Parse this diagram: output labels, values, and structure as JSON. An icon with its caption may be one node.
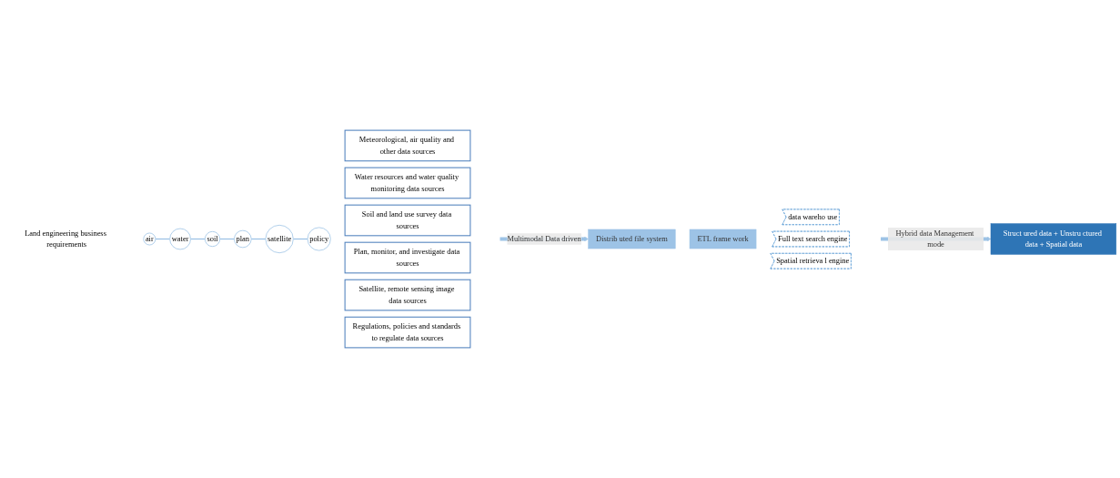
{
  "diagram": {
    "nodes": [
      {
        "text": [
          "Land engineering business requirements"
        ]
      },
      {
        "text": [
          "air"
        ]
      },
      {
        "text": [
          "Meteorological, air quality and other data sources"
        ]
      },
      {
        "text": [
          "water"
        ]
      },
      {
        "text": [
          "Water resources and water quality monitoring data sources"
        ]
      },
      {
        "text": [
          "soil"
        ]
      },
      {
        "text": [
          "Soil and land use survey data sources"
        ]
      },
      {
        "text": [
          "plan"
        ]
      },
      {
        "text": [
          "Plan, monitor, and investigate data sources"
        ]
      },
      {
        "text": [
          "satellite"
        ]
      },
      {
        "text": [
          "Satellite, remote sensing image data sources"
        ]
      },
      {
        "text": [
          "policy"
        ]
      },
      {
        "text": [
          "Regulations, policies and standards to regulate data sources"
        ]
      },
      {
        "text": [
          "Distrib uted file system"
        ]
      },
      {
        "text": [
          "ETL frame work"
        ]
      },
      {
        "text": [
          "data wareho use"
        ]
      },
      {
        "text": [
          "Full text search engine"
        ]
      },
      {
        "text": [
          "Spatial retrieva l engine"
        ]
      },
      {
        "text": [
          "Struct ured data + Unstru ctured data + Spatial data"
        ]
      }
    ],
    "edges": [
      {
        "from": 1,
        "to": 3,
        "arrow": "none"
      },
      {
        "from": 3,
        "to": 5,
        "arrow": "none"
      },
      {
        "from": 5,
        "to": 7,
        "arrow": "none"
      },
      {
        "from": 7,
        "to": 9,
        "arrow": "none"
      },
      {
        "from": 9,
        "to": 11,
        "arrow": "none"
      },
      {
        "from": null,
        "to": 13,
        "arrow": "to",
        "label": "Multimodal Data driven",
        "style": "thick"
      },
      {
        "from": null,
        "to": 18,
        "arrow": "to",
        "label": "Hybrid data Management mode",
        "style": "thick"
      }
    ]
  }
}
